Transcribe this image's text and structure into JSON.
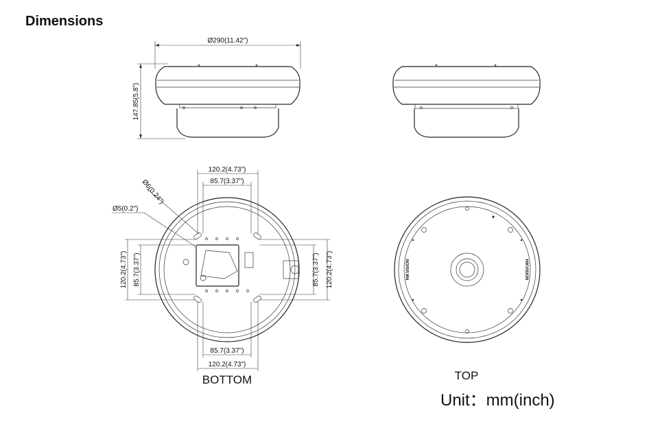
{
  "title": "Dimensions",
  "side_view": {
    "diameter": "Ø290(11.42\")",
    "height": "147.85(5.8\")"
  },
  "bottom_view": {
    "label": "BOTTOM",
    "outer_spacing": "120.2(4.73\")",
    "inner_spacing": "85.7(3.37\")",
    "hole_large": "Ø6(0.24\")",
    "hole_small": "Ø5(0.2\")"
  },
  "top_view": {
    "label": "TOP",
    "brand": "HIKVISION"
  },
  "unit": "Unit：mm(inch)"
}
